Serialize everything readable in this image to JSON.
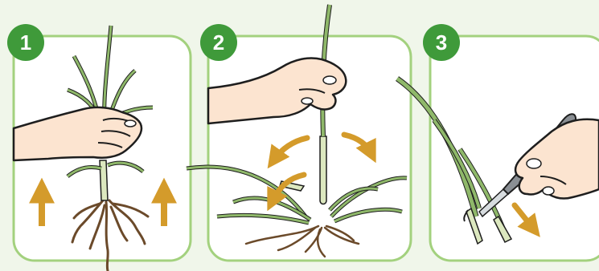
{
  "steps": [
    {
      "number": "1"
    },
    {
      "number": "2"
    },
    {
      "number": "3"
    }
  ],
  "colors": {
    "background": "#f0f6ea",
    "panel_border": "#a3d17e",
    "panel_fill": "#ffffff",
    "badge": "#3f9a3a",
    "arrow": "#d49b2b",
    "skin": "#fce4d0",
    "leaf": "#8fb86a",
    "stem_light": "#dce8bf",
    "root": "#6b4a2a",
    "outline": "#1e1e1e",
    "tool": "#8a8f94"
  },
  "icons": {
    "step1": [
      "hand-gripping-plant-icon",
      "grass-plant-icon",
      "roots-icon",
      "up-arrow-icon"
    ],
    "step2": [
      "hand-holding-tiller-icon",
      "curved-arrow-icon",
      "separated-tillers-icon"
    ],
    "step3": [
      "hand-with-knife-icon",
      "down-right-arrow-icon",
      "trimmed-stem-icon"
    ]
  }
}
